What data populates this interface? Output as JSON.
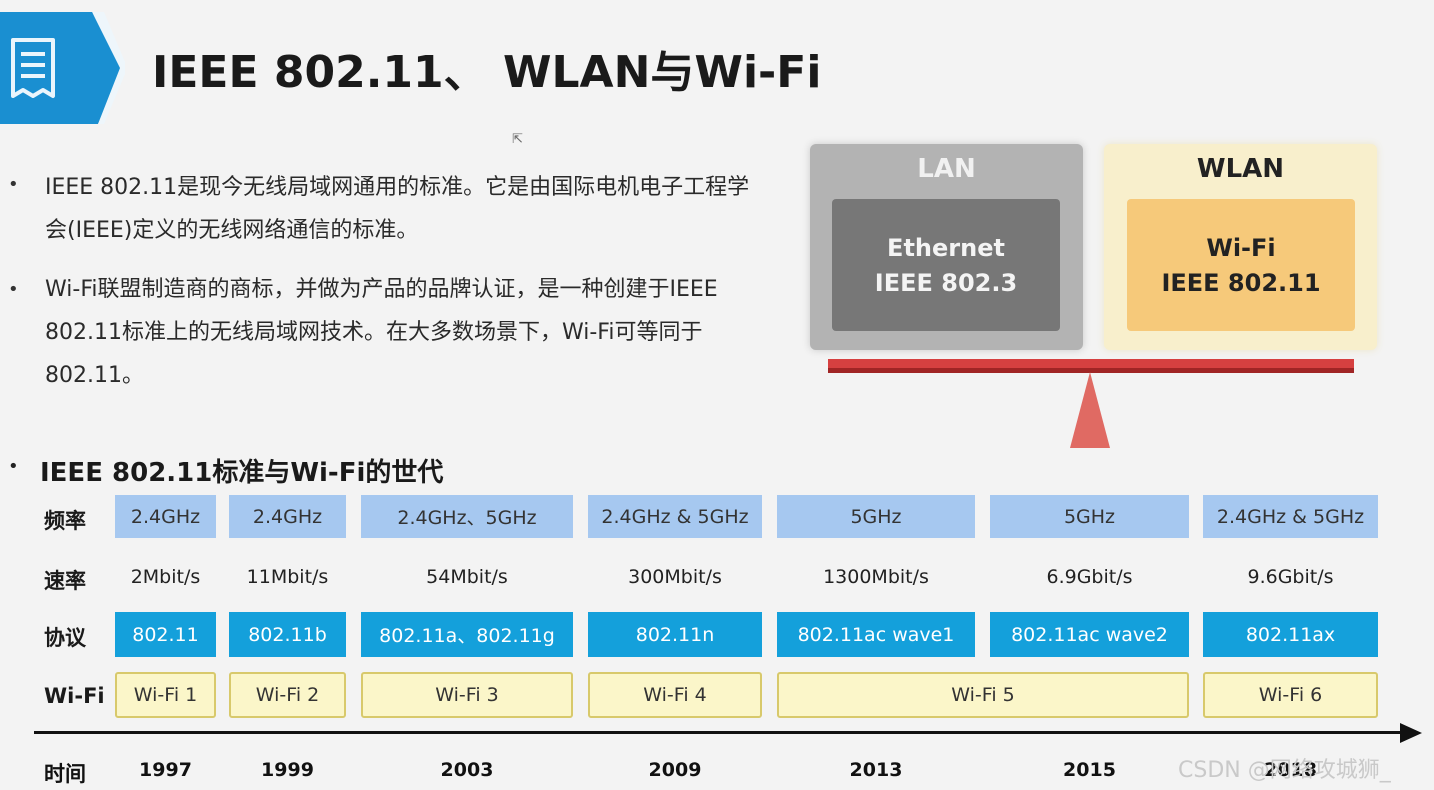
{
  "header": {
    "title": "IEEE 802.11、 WLAN与Wi-Fi",
    "icon": "document-icon"
  },
  "bullets": [
    "IEEE  802.11是现今无线局域网通用的标准。它是由国际电机电子工程学会(IEEE)定义的无线网络通信的标准。",
    "Wi-Fi联盟制造商的商标，并做为产品的品牌认证，是一种创建于IEEE  802.11标准上的无线局域网技术。在大多数场景下，Wi-Fi可等同于802.11。"
  ],
  "diagram": {
    "lan": {
      "title": "LAN",
      "line1": "Ethernet",
      "line2": "IEEE 802.3"
    },
    "wlan": {
      "title": "WLAN",
      "line1": "Wi-Fi",
      "line2": "IEEE 802.11"
    },
    "colors": {
      "lan_outer": "#b3b3b3",
      "lan_inner": "#777777",
      "wlan_outer": "#f8efcc",
      "wlan_inner": "#f6c97a",
      "scale": "#d64040"
    }
  },
  "generations": {
    "title": "IEEE 802.11标准与Wi-Fi的世代",
    "row_labels": {
      "freq": "频率",
      "speed": "速率",
      "protocol": "协议",
      "wifi": "Wi-Fi",
      "time": "时间"
    },
    "columns": [
      {
        "freq": "2.4GHz",
        "speed": "2Mbit/s",
        "protocol": "802.11",
        "year": "1997"
      },
      {
        "freq": "2.4GHz",
        "speed": "11Mbit/s",
        "protocol": "802.11b",
        "year": "1999"
      },
      {
        "freq": "2.4GHz、5GHz",
        "speed": "54Mbit/s",
        "protocol": "802.11a、802.11g",
        "year": "2003"
      },
      {
        "freq": "2.4GHz & 5GHz",
        "speed": "300Mbit/s",
        "protocol": "802.11n",
        "year": "2009"
      },
      {
        "freq": "5GHz",
        "speed": "1300Mbit/s",
        "protocol": "802.11ac wave1",
        "year": "2013"
      },
      {
        "freq": "5GHz",
        "speed": "6.9Gbit/s",
        "protocol": "802.11ac wave2",
        "year": "2015"
      },
      {
        "freq": "2.4GHz & 5GHz",
        "speed": "9.6Gbit/s",
        "protocol": "802.11ax",
        "year": "2018"
      }
    ],
    "wifi_generations": [
      "Wi-Fi 1",
      "Wi-Fi 2",
      "Wi-Fi 3",
      "Wi-Fi 4",
      "Wi-Fi 5",
      "Wi-Fi 6"
    ],
    "colors": {
      "freq": "#a6c8f0",
      "protocol": "#14a0db",
      "wifi": "#fbf6c9"
    }
  },
  "watermark": "CSDN @网络攻城狮_"
}
